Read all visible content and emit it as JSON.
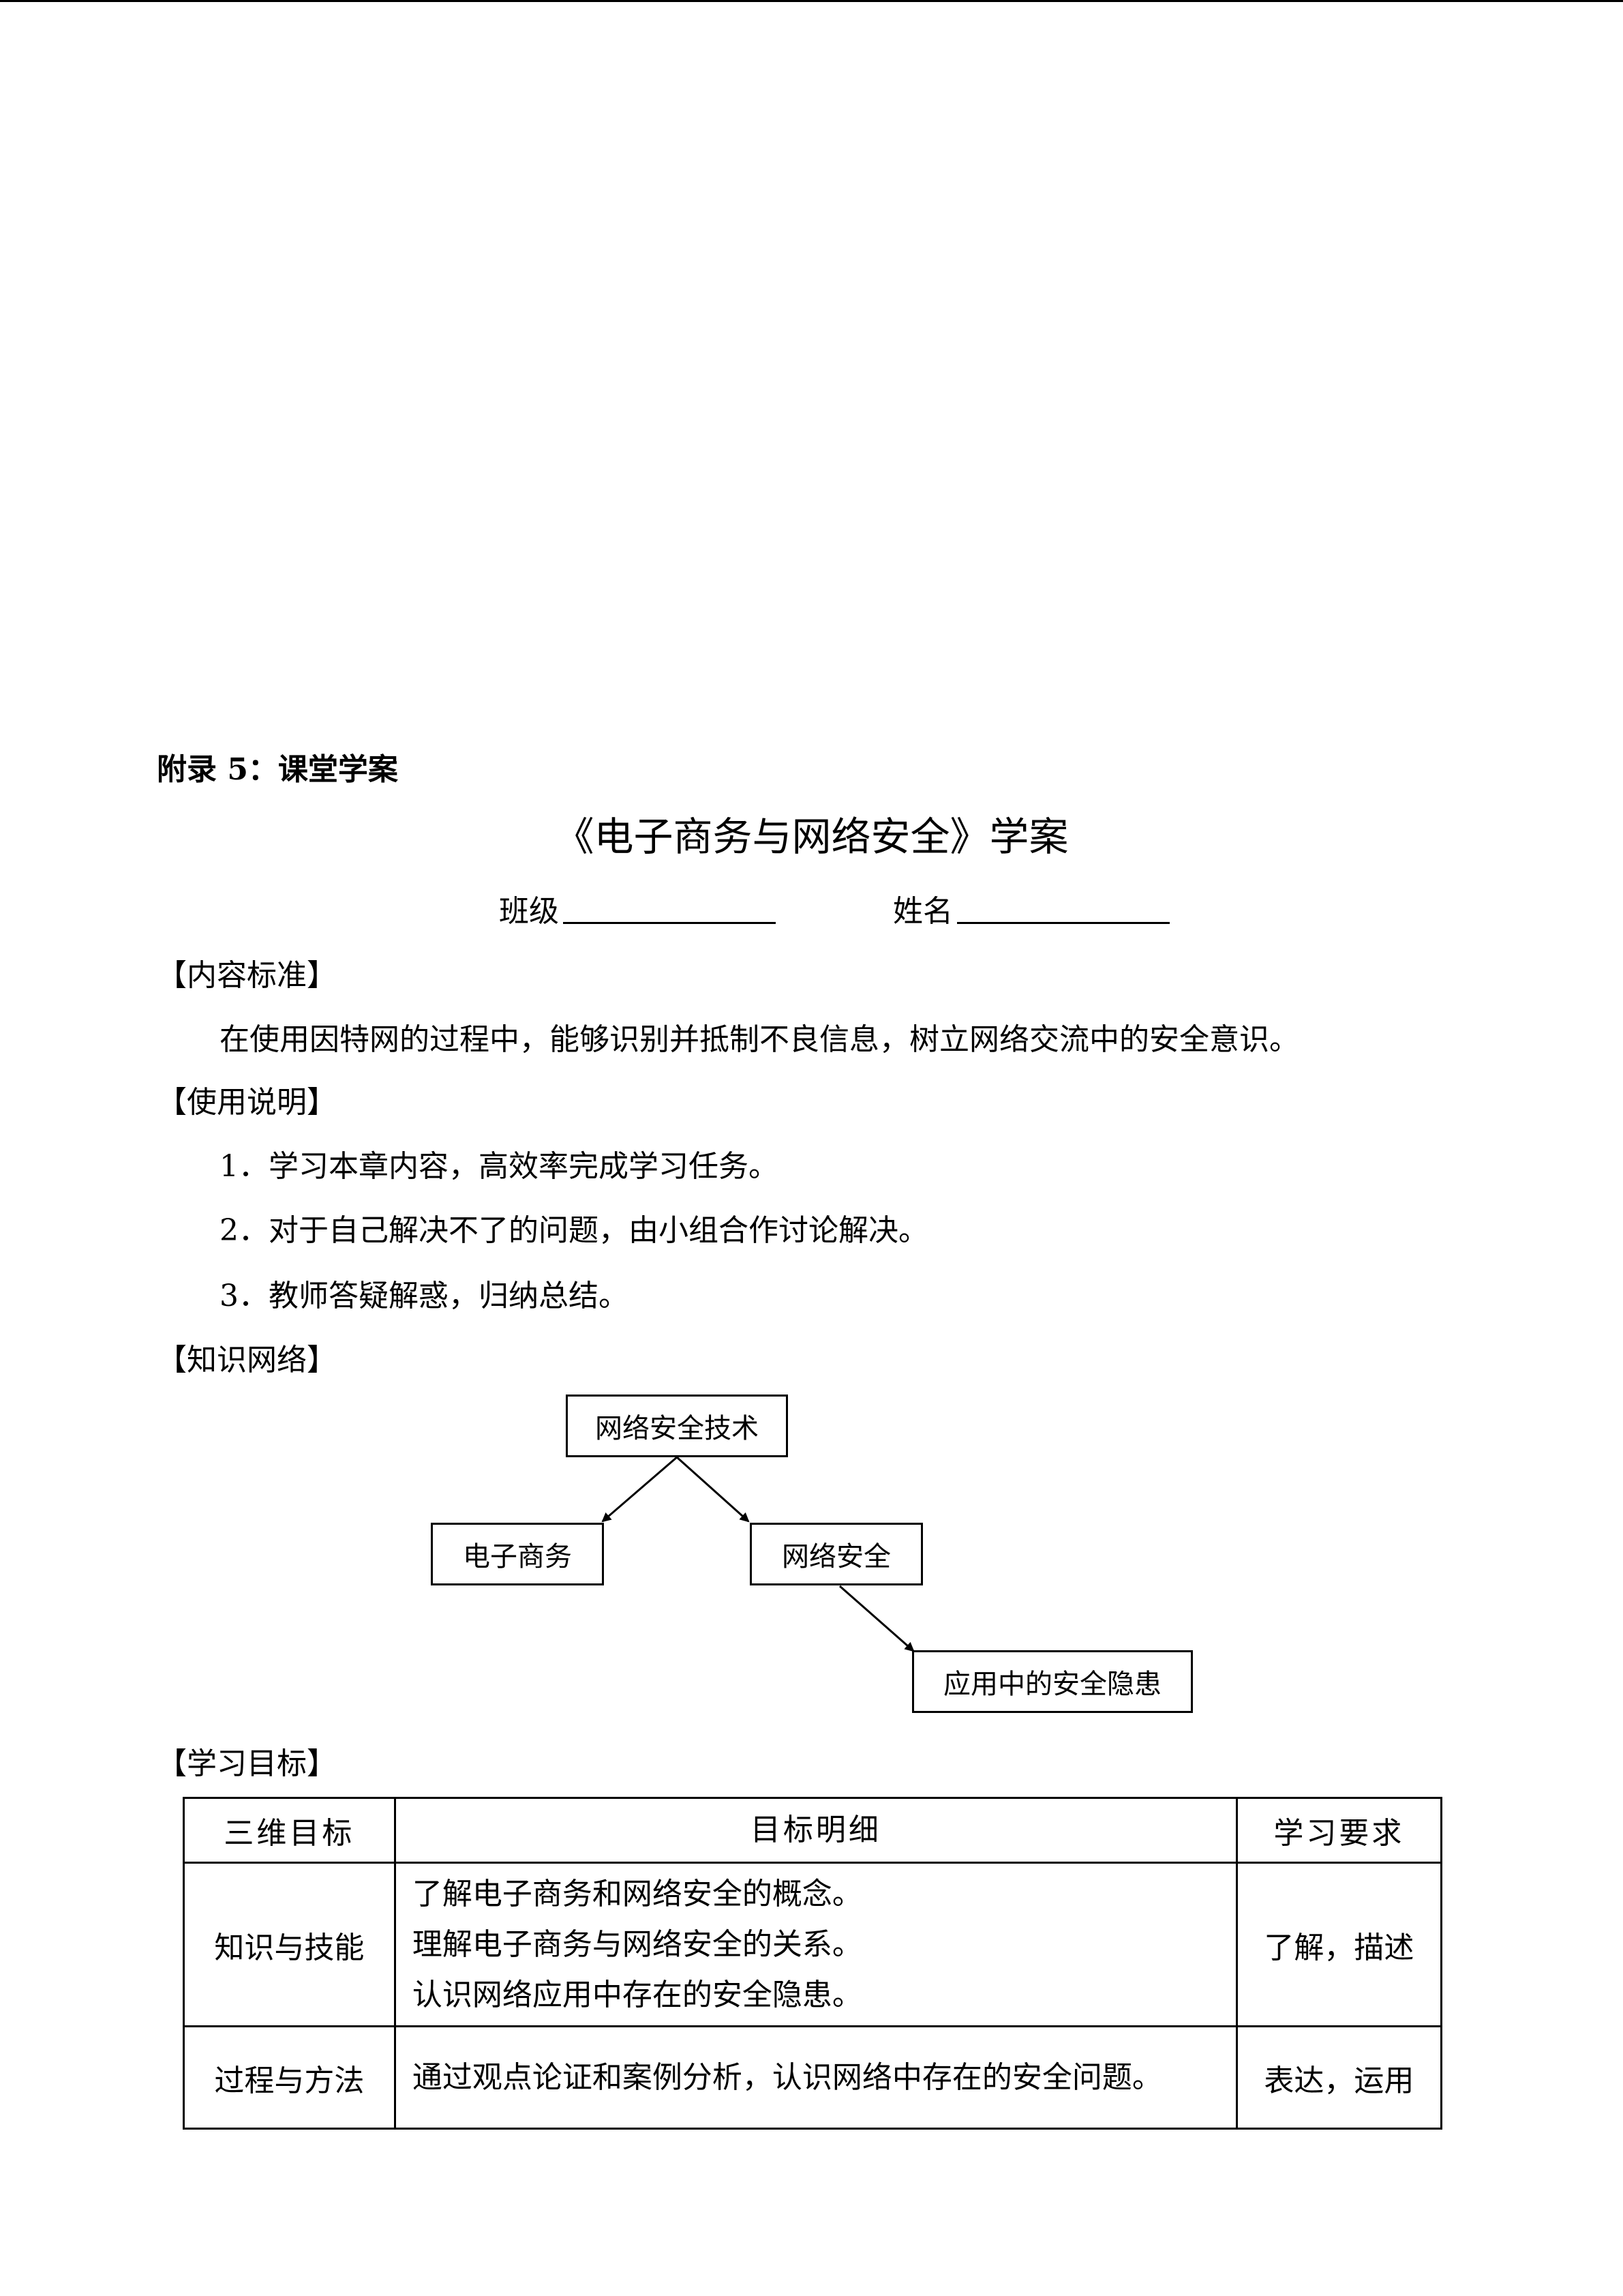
{
  "header": {
    "appendix_label": "附录 5：课堂学案",
    "title": "《电子商务与网络安全》学案"
  },
  "fields": {
    "class_label": "班级",
    "name_label": "姓名"
  },
  "sections": {
    "content_standard": {
      "heading": "【内容标准】",
      "text": "在使用因特网的过程中，能够识别并抵制不良信息，树立网络交流中的安全意识。"
    },
    "usage_notes": {
      "heading": "【使用说明】",
      "items": [
        "1．学习本章内容，高效率完成学习任务。",
        "2．对于自己解决不了的问题，由小组合作讨论解决。",
        "3．教师答疑解惑，归纳总结。"
      ]
    },
    "knowledge_network": {
      "heading": "【知识网络】",
      "nodes": {
        "root": "网络安全技术",
        "ecommerce": "电子商务",
        "netsec": "网络安全",
        "risks": "应用中的安全隐患"
      }
    },
    "learning_goals": {
      "heading": "【学习目标】",
      "columns": [
        "三维目标",
        "目标明细",
        "学习要求"
      ],
      "rows": [
        {
          "dimension": "知识与技能",
          "details": [
            "了解电子商务和网络安全的概念。",
            "理解电子商务与网络安全的关系。",
            "认识网络应用中存在的安全隐患。"
          ],
          "requirement": "了解，描述"
        },
        {
          "dimension": "过程与方法",
          "details": [
            "通过观点论证和案例分析，认识网络中存在的安全问题。"
          ],
          "requirement": "表达，运用"
        }
      ]
    }
  }
}
